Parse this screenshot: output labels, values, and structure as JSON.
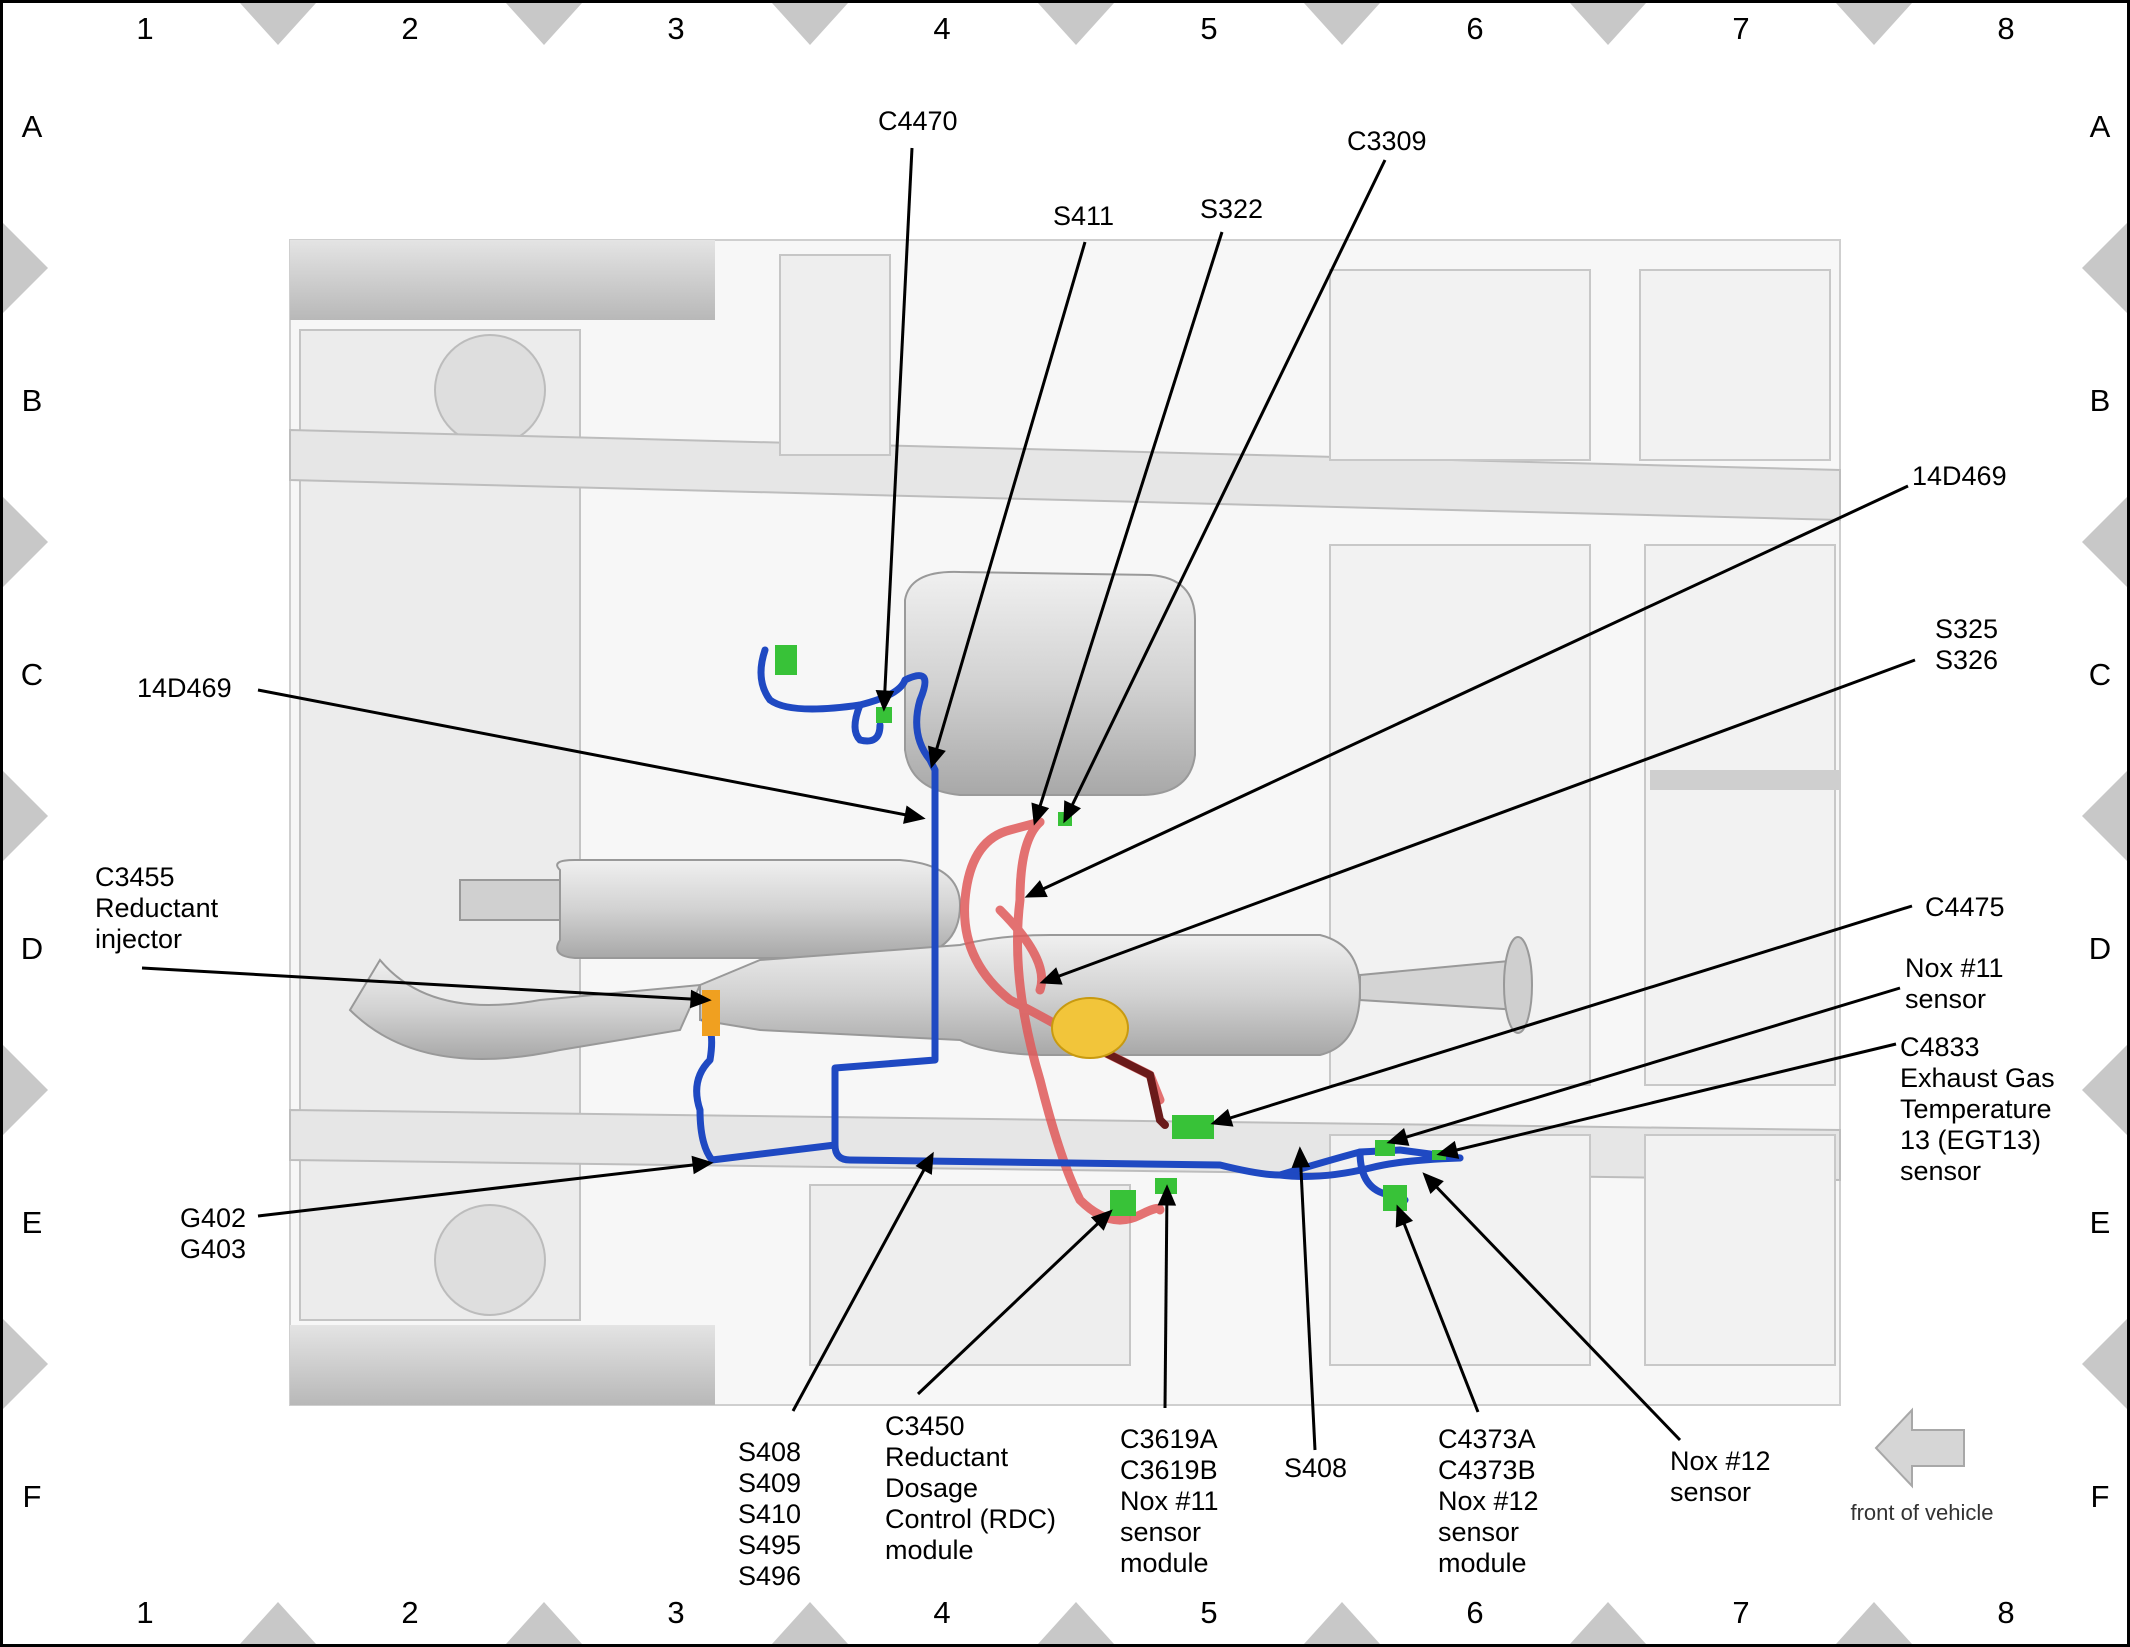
{
  "grid": {
    "columns": [
      "1",
      "2",
      "3",
      "4",
      "5",
      "6",
      "7",
      "8"
    ],
    "rows": [
      "A",
      "B",
      "C",
      "D",
      "E",
      "F"
    ]
  },
  "callouts": [
    {
      "id": "c4470",
      "lines": [
        "C4470"
      ]
    },
    {
      "id": "s411",
      "lines": [
        "S411"
      ]
    },
    {
      "id": "s322",
      "lines": [
        "S322"
      ]
    },
    {
      "id": "c3309",
      "lines": [
        "C3309"
      ]
    },
    {
      "id": "14d469-right",
      "lines": [
        "14D469"
      ]
    },
    {
      "id": "s325-s326",
      "lines": [
        "S325",
        "S326"
      ]
    },
    {
      "id": "14d469-left",
      "lines": [
        "14D469"
      ]
    },
    {
      "id": "c3455",
      "lines": [
        "C3455",
        "Reductant",
        "injector"
      ]
    },
    {
      "id": "c4475",
      "lines": [
        "C4475"
      ]
    },
    {
      "id": "nox11-sensor",
      "lines": [
        "Nox #11",
        "sensor"
      ]
    },
    {
      "id": "c4833",
      "lines": [
        "C4833",
        "Exhaust Gas",
        "Temperature",
        "13 (EGT13)",
        "sensor"
      ]
    },
    {
      "id": "g402-g403",
      "lines": [
        "G402",
        "G403"
      ]
    },
    {
      "id": "s408-group",
      "lines": [
        "S408",
        "S409",
        "S410",
        "S495",
        "S496"
      ]
    },
    {
      "id": "c3450",
      "lines": [
        "C3450",
        "Reductant",
        "Dosage",
        "Control (RDC)",
        "module"
      ]
    },
    {
      "id": "c3619",
      "lines": [
        "C3619A",
        "C3619B",
        "Nox #11",
        "sensor",
        "module"
      ]
    },
    {
      "id": "s408-single",
      "lines": [
        "S408"
      ]
    },
    {
      "id": "c4373",
      "lines": [
        "C4373A",
        "C4373B",
        "Nox #12",
        "sensor",
        "module"
      ]
    },
    {
      "id": "nox12-sensor",
      "lines": [
        "Nox #12",
        "sensor"
      ]
    }
  ],
  "front_of_vehicle_label": "front of vehicle",
  "colors": {
    "harness_blue": "#1f49c2",
    "harness_red": "#e05a5a",
    "connector_green": "#38c238",
    "connector_orange": "#f0a020",
    "component_grey": "#d6d6d6",
    "frame_border": "#000000"
  }
}
